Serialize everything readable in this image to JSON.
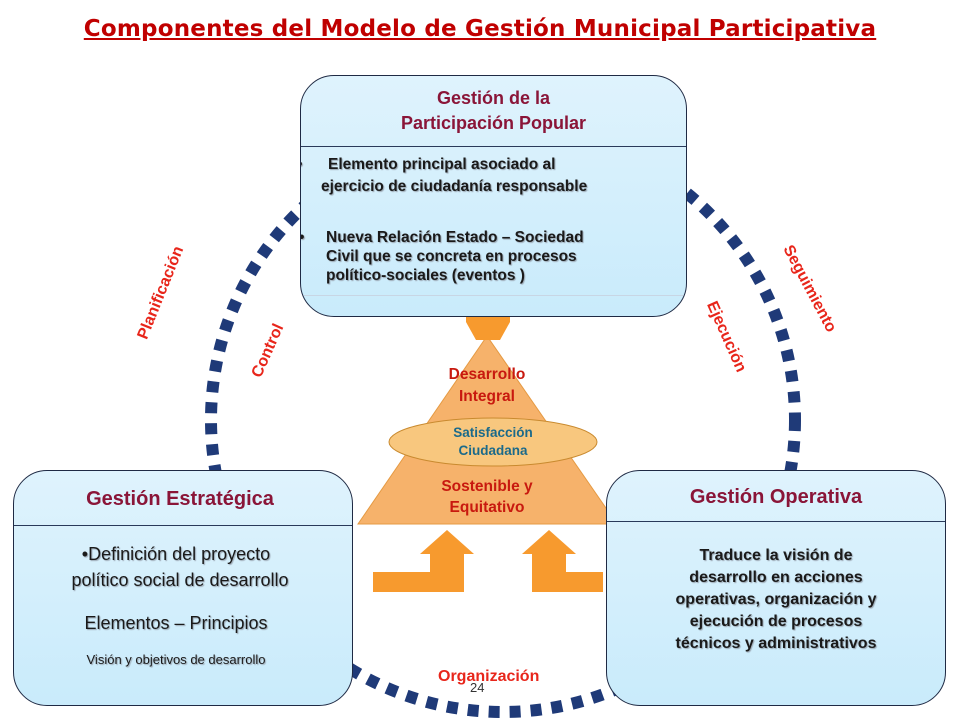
{
  "title": "Componentes del Modelo de Gestión Municipal Participativa",
  "top_box": {
    "header_line1": "Gestión de la",
    "header_line2": "Participación Popular",
    "bullet1_line1": "Elemento principal asociado al",
    "bullet1_line2": "ejercicio de ciudadanía responsable",
    "bullet2_line1": "Nueva Relación Estado – Sociedad",
    "bullet2_line2": "Civil que se concreta en procesos",
    "bullet2_line3": "político-sociales (eventos )"
  },
  "left_box": {
    "header": "Gestión Estratégica",
    "bullet_line1": "Definición del proyecto",
    "bullet_line2": "político social de desarrollo",
    "subheader": "Elementos – Principios",
    "note": "Visión y objetivos de desarrollo"
  },
  "right_box": {
    "header": "Gestión Operativa",
    "line1": "Traduce la visión de",
    "line2": "desarrollo en acciones",
    "line3": "operativas, organización y",
    "line4": "ejecución de procesos",
    "line5": "técnicos y administrativos"
  },
  "triangle": {
    "top_line1": "Desarrollo",
    "top_line2": "Integral",
    "ellipse_line1": "Satisfacción",
    "ellipse_line2": "Ciudadana",
    "bottom_line1": "Sostenible y",
    "bottom_line2": "Equitativo"
  },
  "cycle_labels": {
    "planificacion": "Planificación",
    "control": "Control",
    "seguimiento": "Seguimiento",
    "ejecucion": "Ejecución",
    "organizacion": "Organización"
  },
  "page_number": "24",
  "colors": {
    "title": "#c00000",
    "header": "#8a1538",
    "cycle_label": "#e8261b",
    "dashed_circle": "#1f3a78",
    "arrow": "#f79a2e",
    "triangle": "#f6b26b",
    "ellipse": "#f8c77e",
    "box_fill": "#d3eefb"
  }
}
